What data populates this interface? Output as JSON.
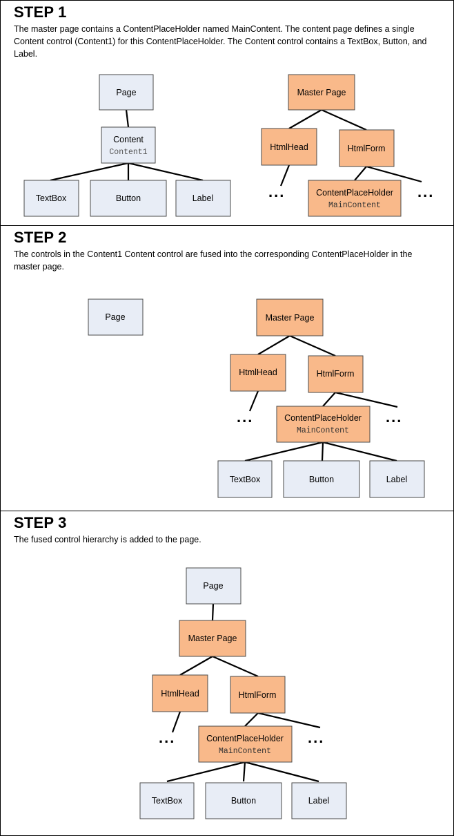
{
  "steps": [
    {
      "title": "STEP 1",
      "description": "The master page contains a ContentPlaceHolder named MainContent. The content page defines a single Content control (Content1) for this ContentPlaceHolder. The Content control contains a TextBox, Button, and Label."
    },
    {
      "title": "STEP 2",
      "description": "The controls in the Content1 Content control are fused into the corresponding ContentPlaceHolder in the master page."
    },
    {
      "title": "STEP 3",
      "description": "The fused control hierarchy is added to the page."
    }
  ],
  "labels": {
    "page": "Page",
    "content": "Content",
    "content_id": "Content1",
    "textbox": "TextBox",
    "button": "Button",
    "label": "Label",
    "master_page": "Master Page",
    "html_head": "HtmlHead",
    "html_form": "HtmlForm",
    "placeholder": "ContentPlaceHolder",
    "placeholder_id": "MainContent",
    "ellipsis": "..."
  },
  "colors": {
    "content_page_fill": "#e8edf6",
    "master_page_fill": "#f9b98a"
  }
}
